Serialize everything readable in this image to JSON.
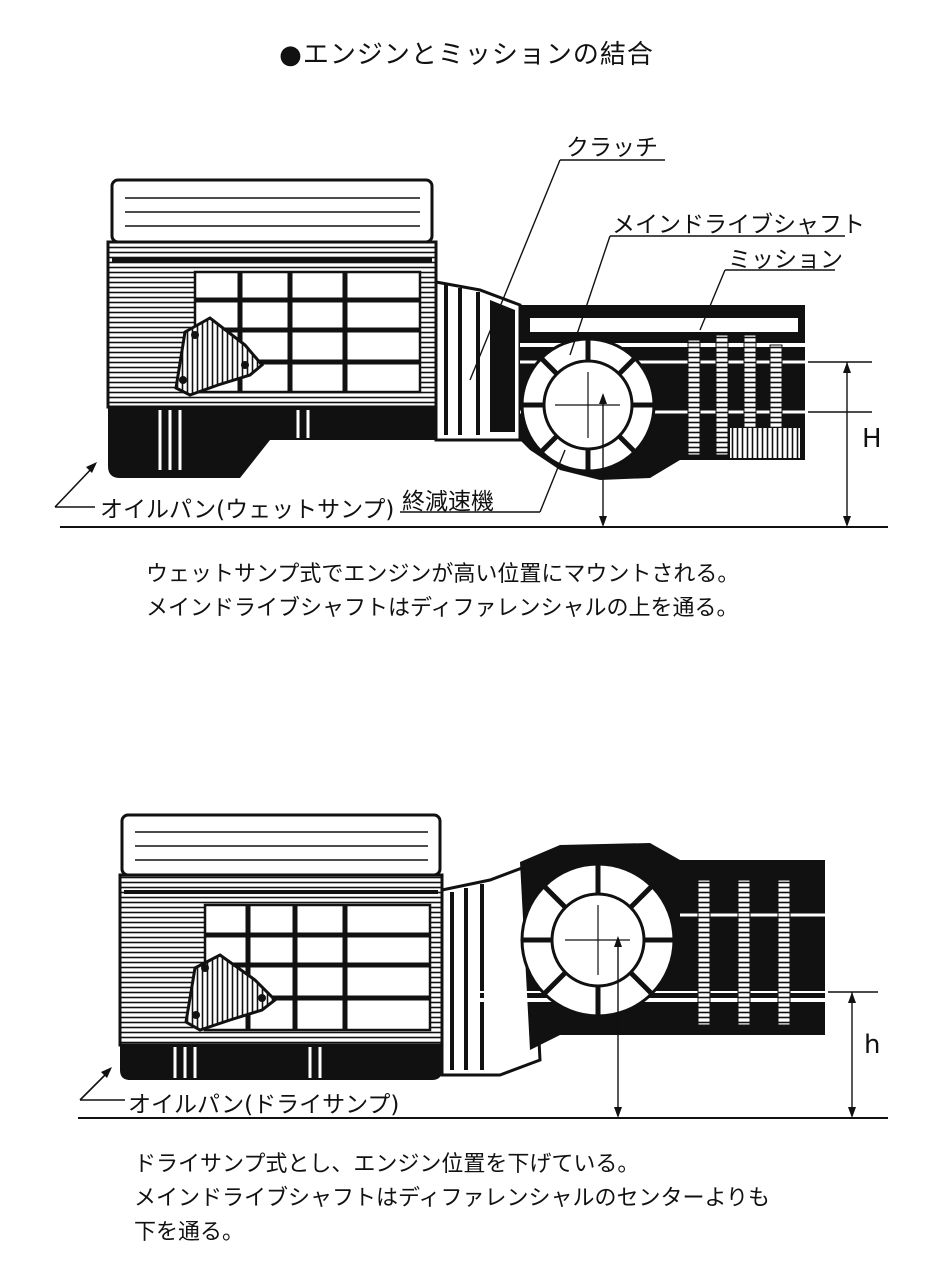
{
  "title": "●エンジンとミッションの結合",
  "top": {
    "labels": {
      "clutch": "クラッチ",
      "main_drive_shaft": "メインドライブシャフト",
      "mission": "ミッション",
      "oil_pan": "オイルパン(ウェットサンプ)",
      "final_reduction": "終減速機",
      "height": "H"
    },
    "caption": [
      "ウェットサンプ式でエンジンが高い位置にマウントされる。",
      "メインドライブシャフトはディファレンシャルの上を通る。"
    ]
  },
  "bottom": {
    "labels": {
      "oil_pan": "オイルパン(ドライサンプ)",
      "height": "h"
    },
    "caption": [
      "ドライサンプ式とし、エンジン位置を下げている。",
      "メインドライブシャフトはディファレンシャルのセンターよりも",
      "下を通る。"
    ]
  }
}
